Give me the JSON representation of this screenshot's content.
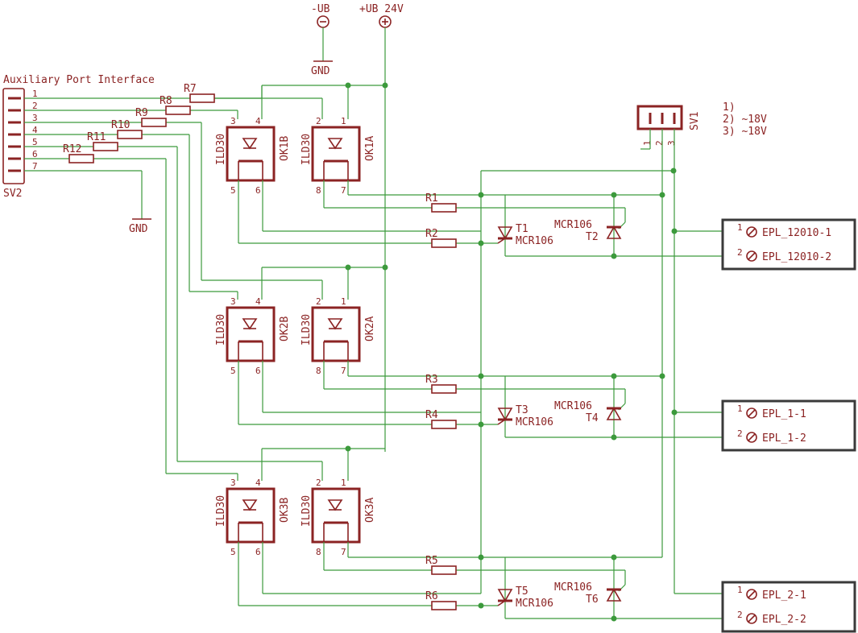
{
  "supplies": {
    "minus_ub": "-UB",
    "plus_ub": "+UB 24V",
    "gnd_label": "GND"
  },
  "aux_connector": {
    "title": "Auxiliary Port Interface",
    "ref": "SV2",
    "pins": [
      "1",
      "2",
      "3",
      "4",
      "5",
      "6",
      "7"
    ],
    "gnd_label": "GND"
  },
  "resistors": {
    "r7": "R7",
    "r8": "R8",
    "r9": "R9",
    "r10": "R10",
    "r11": "R11",
    "r12": "R12",
    "r1": "R1",
    "r2": "R2",
    "r3": "R3",
    "r4": "R4",
    "r5": "R5",
    "r6": "R6"
  },
  "optocouplers": {
    "part": "ILD30",
    "refs": [
      "OK1B",
      "OK1A",
      "OK2B",
      "OK2A",
      "OK3B",
      "OK3A"
    ],
    "pins_b": [
      "3",
      "4",
      "5",
      "6"
    ],
    "pins_a": [
      "2",
      "1",
      "8",
      "7"
    ]
  },
  "thyristors": {
    "part": "MCR106",
    "refs": [
      "T1",
      "T2",
      "T3",
      "T4",
      "T5",
      "T6"
    ]
  },
  "sv1": {
    "ref": "SV1",
    "pins": [
      "1",
      "2",
      "3"
    ],
    "legend": [
      "1)",
      "2) ~18V",
      "3) ~18V"
    ]
  },
  "outputs": [
    {
      "pin1": "1",
      "pin2": "2",
      "label1": "EPL_12010-1",
      "label2": "EPL_12010-2"
    },
    {
      "pin1": "1",
      "pin2": "2",
      "label1": "EPL_1-1",
      "label2": "EPL_1-2"
    },
    {
      "pin1": "1",
      "pin2": "2",
      "label1": "EPL_2-1",
      "label2": "EPL_2-2"
    }
  ]
}
